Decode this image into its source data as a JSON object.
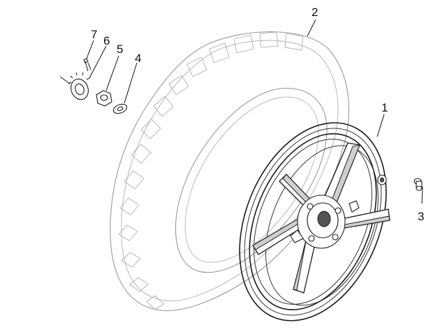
{
  "callouts": [
    {
      "id": "rim",
      "label": "1"
    },
    {
      "id": "tyre",
      "label": "2"
    },
    {
      "id": "valve",
      "label": "3"
    },
    {
      "id": "washer",
      "label": "4"
    },
    {
      "id": "nut",
      "label": "5"
    },
    {
      "id": "toothed-ring",
      "label": "6"
    },
    {
      "id": "pin",
      "label": "7"
    }
  ]
}
